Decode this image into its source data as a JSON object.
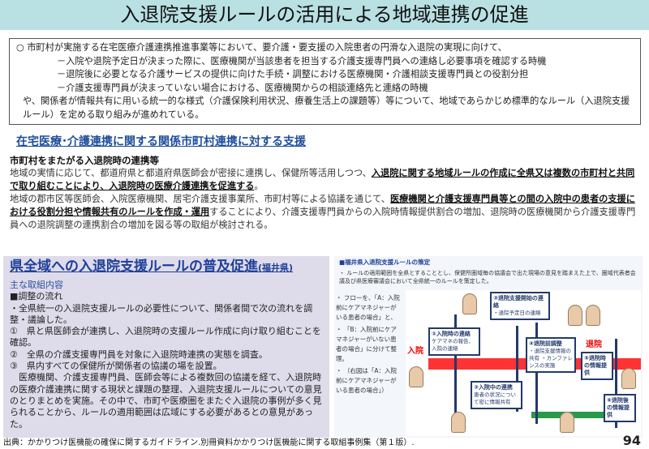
{
  "title": "入退院支援ルールの活用による地域連携の促進",
  "intro": {
    "line1": "○ 市町村が実施する在宅医療介護連携推進事業等において、要介護・要支援の入院患者の円滑な入退院の実現に向けて、",
    "items": [
      "－入院や退院予定日が決まった際に、医療機関が当該患者を担当する介護支援専門員への連絡し必要事項を確認する時機",
      "－退院後に必要となる介護サービスの提供に向けた手続・調整における医療機関・介護相談支援専門員との役割分担",
      "－介護支援専門員が決まっていない場合における、医療機関からの相談連絡先と連絡の時機"
    ],
    "closing": "や、関係者が情報共有に用いる統一的な様式（介護保険利用状況、療養生活上の課題等）等について、地域であらかじめ標準的なルール（入退院支援ルール）を定める取り組みが進めれている。"
  },
  "support": {
    "heading": "在宅医療･介護連携に関する関係市町村連携に対する支援",
    "subheading": "市町村をまたがる入退院時の連携等",
    "p1a": "地域の実情に応じて、都道府県と都道府県医師会が密接に連携し、保健所等活用しつつ、",
    "p1b": "入退院に関する地域ルールの作成に全県又は複数の市町村と共同で取り組むことにより、入退院時の医療介護連携を促進する",
    "p1c": "。",
    "p2a": "地域の郡市区等医師会、入院医療機関、居宅介護支援事業所、市町村等による協議を通じて、",
    "p2b": "医療機関と介護支援専門員等との間の入院中の患者の支援における役割分担や情報共有のルールを作成・運用",
    "p2c": "することにより、介護支援専門員からの入院時情報提供割合の増加、退院時の医療機関から介護支援専門員への退院調整の連携割合の増加を図る等の取組が検討される。"
  },
  "fukui": {
    "heading": "県全域への入退院支援ルールの普及促進",
    "heading_suffix": "(福井県)",
    "sub": "主な取組内容",
    "lines": [
      "■調整の流れ",
      "・全県統一の入退院支援ルールの必要性について、関係者間で次の流れを調整・議論した。",
      "①　県と県医師会が連携し、入退院時の支援ルール作成に向け取り組むことを確認。",
      "②　全県の介護支援専門員を対象に入退院時連携の実態を調査。",
      "③　県内すべての保健所が関係者の協議の場を設置。",
      "　医療機関、介護支援専門員、医師会等による複数回の協議を経て、入退院時の医療介護連携に関する現状と課題の整理、入退院支援ルールについての意見のとりまとめを実施。その中で、市町や医療圏をまたぐ入退院の事例が多く見られることから、ルールの適用範囲は広域にする必要があるとの意見があった。"
    ]
  },
  "figure": {
    "title": "■福井県入退院支援ルールの策定",
    "desc": "・ ルールの適用範囲を全県とすることとし、保健所圏域毎の協議会で出た現場の意見を踏まえた上で、圏域代表者会議及び県医療審議会において全県統一のルールを策定した。",
    "flow": [
      "・ フローを、「A：入院前にケアマネジャーがいる患者の場合」と、",
      "・ 「B：入院前にケアマネジャーがいない患者の場合」に分けて整理。",
      "・ （右図は「A：入院前にケアマネジャーがいる患者の場合」）"
    ],
    "admit": "入院",
    "discharge": "退院",
    "boxes": [
      {
        "title": "①入院時の連絡",
        "body": "ケアマネの報告、入院の連絡"
      },
      {
        "title": "②入院中の連携",
        "body": "患者の状況について密に情報共有"
      },
      {
        "title": "③退院支援開始の連絡",
        "body": "・退院予定日の連絡"
      },
      {
        "title": "④退院前調整",
        "body": "・退院支援情報の共有 ・カンファレンスの実施"
      },
      {
        "title": "⑤退院時の情報提供",
        "body": ""
      },
      {
        "title": "⑥退院後の情報提供",
        "body": ""
      }
    ]
  },
  "footer": {
    "source": "出典：かかりつけ医機能の確保に関するガイドライン.別冊資料かかりつけ医機能に関する取組事例集（第１版）.",
    "page": "94"
  }
}
